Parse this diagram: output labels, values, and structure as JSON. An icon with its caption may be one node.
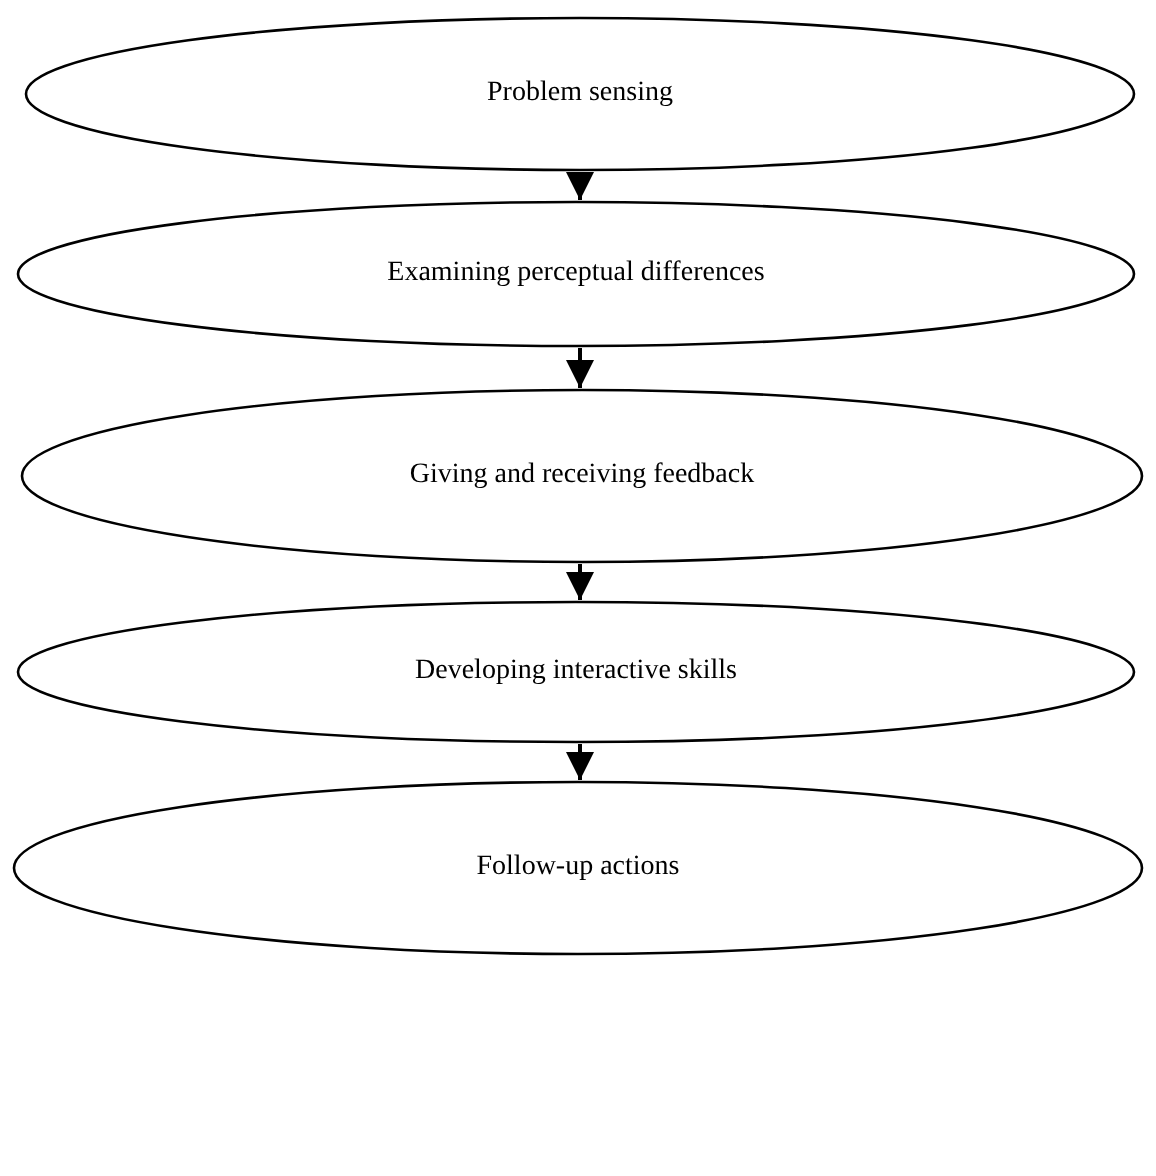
{
  "diagram": {
    "nodes": [
      {
        "text": [
          "Problem sensing"
        ]
      },
      {
        "text": [
          "Examining perceptual differences"
        ]
      },
      {
        "text": [
          "Giving and receiving feedback"
        ]
      },
      {
        "text": [
          "Developing interactive skills"
        ]
      },
      {
        "text": [
          "Follow-up actions"
        ]
      }
    ],
    "edges": [
      {
        "from": 0,
        "to": 1,
        "arrow": "to"
      },
      {
        "from": 1,
        "to": 2,
        "arrow": "to"
      },
      {
        "from": 2,
        "to": 3,
        "arrow": "to"
      },
      {
        "from": 3,
        "to": 4,
        "arrow": "to"
      }
    ]
  }
}
